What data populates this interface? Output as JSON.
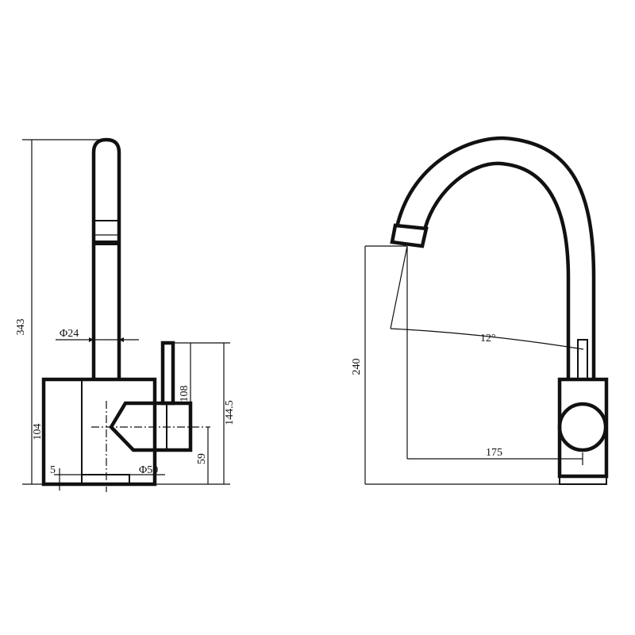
{
  "drawing": {
    "side_view": {
      "total_height": "343",
      "spout_diameter": "Φ24",
      "lever_length": "108",
      "lever_top_height": "144.5",
      "body_height": "104",
      "base_offset": "5",
      "base_diameter": "Φ50",
      "lever_axis_height": "59"
    },
    "front_view": {
      "outlet_height": "240",
      "swing_angle": "12°",
      "reach": "175"
    }
  },
  "colors": {
    "line": "#111111",
    "background": "#ffffff"
  }
}
